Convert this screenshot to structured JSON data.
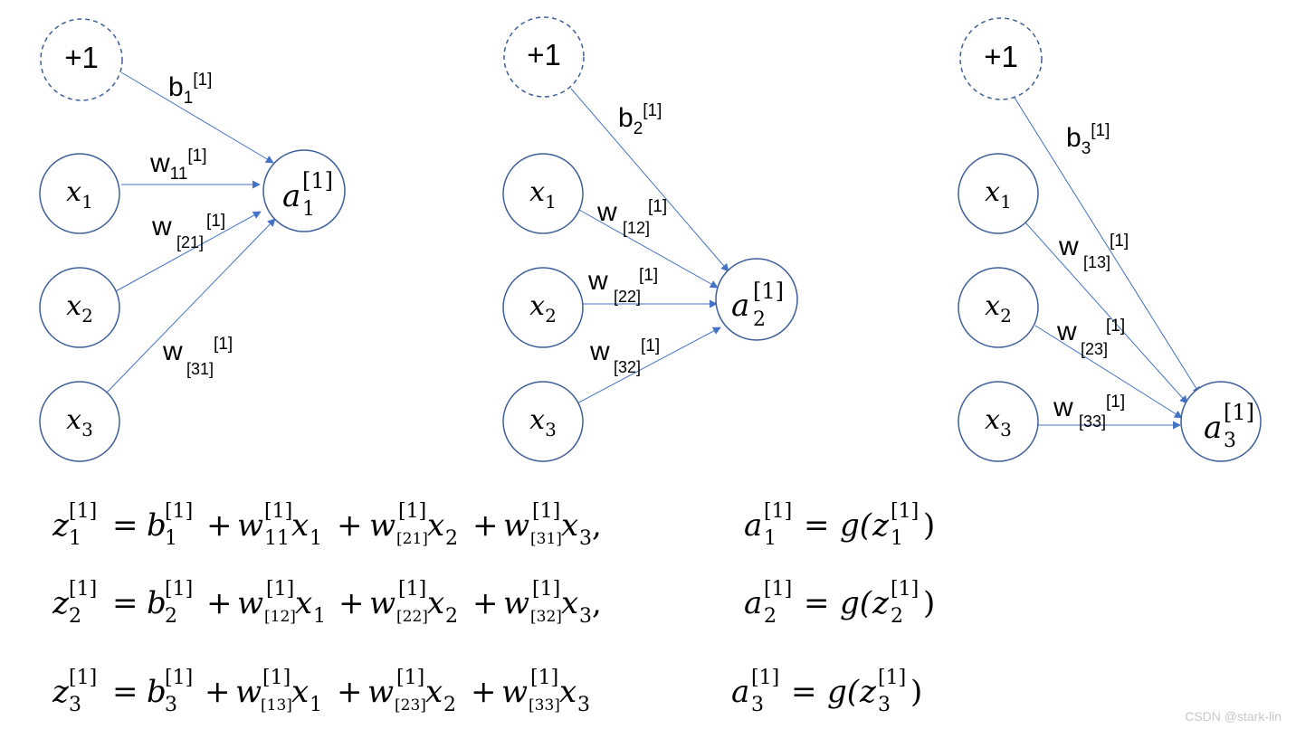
{
  "colors": {
    "node_stroke": "#3f5f9a",
    "edge": "#4472c4",
    "text": "#000000"
  },
  "panels": [
    {
      "bias_label": "+1",
      "inputs": [
        {
          "base": "x",
          "sub": "1"
        },
        {
          "base": "x",
          "sub": "2"
        },
        {
          "base": "x",
          "sub": "3"
        }
      ],
      "output": {
        "base": "a",
        "sup": "[1]",
        "sub": "1"
      },
      "edge_labels": [
        {
          "base": "b",
          "sub": "1",
          "sup": "[1]"
        },
        {
          "base": "w",
          "sub": "11",
          "sup": "[1]"
        },
        {
          "base": "w",
          "sub": "[21]",
          "sup": "[1]"
        },
        {
          "base": "w",
          "sub": "[31]",
          "sup": "[1]"
        }
      ]
    },
    {
      "bias_label": "+1",
      "inputs": [
        {
          "base": "x",
          "sub": "1"
        },
        {
          "base": "x",
          "sub": "2"
        },
        {
          "base": "x",
          "sub": "3"
        }
      ],
      "output": {
        "base": "a",
        "sup": "[1]",
        "sub": "2"
      },
      "edge_labels": [
        {
          "base": "b",
          "sub": "2",
          "sup": "[1]"
        },
        {
          "base": "w",
          "sub": "[12]",
          "sup": "[1]"
        },
        {
          "base": "w",
          "sub": "[22]",
          "sup": "[1]"
        },
        {
          "base": "w",
          "sub": "[32]",
          "sup": "[1]"
        }
      ]
    },
    {
      "bias_label": "+1",
      "inputs": [
        {
          "base": "x",
          "sub": "1"
        },
        {
          "base": "x",
          "sub": "2"
        },
        {
          "base": "x",
          "sub": "3"
        }
      ],
      "output": {
        "base": "a",
        "sup": "[1]",
        "sub": "3"
      },
      "edge_labels": [
        {
          "base": "b",
          "sub": "3",
          "sup": "[1]"
        },
        {
          "base": "w",
          "sub": "[13]",
          "sup": "[1]"
        },
        {
          "base": "w",
          "sub": "[23]",
          "sup": "[1]"
        },
        {
          "base": "w",
          "sub": "[33]",
          "sup": "[1]"
        }
      ]
    }
  ],
  "equations": [
    {
      "lhs": {
        "base": "z",
        "sup": "[1]",
        "sub": "1"
      },
      "eq": "=",
      "terms": [
        {
          "base": "b",
          "sup": "[1]",
          "sub": "1"
        },
        {
          "op": "+",
          "base": "w",
          "sup": "[1]",
          "sub": "11",
          "x": "x",
          "xsub": "1"
        },
        {
          "op": "+",
          "base": "w",
          "sup": "[1]",
          "sub": "[21]",
          "x": "x",
          "xsub": "2"
        },
        {
          "op": "+",
          "base": "w",
          "sup": "[1]",
          "sub": "[31]",
          "x": "x",
          "xsub": "3"
        }
      ],
      "trailing": ",",
      "act": {
        "base": "a",
        "sup": "[1]",
        "sub": "1",
        "eq": "=",
        "g": "g(",
        "z": "z",
        "zsup": "[1]",
        "zsub": "1",
        "close": ")"
      }
    },
    {
      "lhs": {
        "base": "z",
        "sup": "[1]",
        "sub": "2"
      },
      "eq": "=",
      "terms": [
        {
          "base": "b",
          "sup": "[1]",
          "sub": "2"
        },
        {
          "op": "+",
          "base": "w",
          "sup": "[1]",
          "sub": "[12]",
          "x": "x",
          "xsub": "1"
        },
        {
          "op": "+",
          "base": "w",
          "sup": "[1]",
          "sub": "[22]",
          "x": "x",
          "xsub": "2"
        },
        {
          "op": "+",
          "base": "w",
          "sup": "[1]",
          "sub": "[32]",
          "x": "x",
          "xsub": "3"
        }
      ],
      "trailing": ",",
      "act": {
        "base": "a",
        "sup": "[1]",
        "sub": "2",
        "eq": "=",
        "g": "g(",
        "z": "z",
        "zsup": "[1]",
        "zsub": "2",
        "close": ")"
      }
    },
    {
      "lhs": {
        "base": "z",
        "sup": "[1]",
        "sub": "3"
      },
      "eq": "=",
      "terms": [
        {
          "base": "b",
          "sup": "[1]",
          "sub": "3"
        },
        {
          "op": "+",
          "base": "w",
          "sup": "[1]",
          "sub": "[13]",
          "x": "x",
          "xsub": "1"
        },
        {
          "op": "+",
          "base": "w",
          "sup": "[1]",
          "sub": "[23]",
          "x": "x",
          "xsub": "2"
        },
        {
          "op": "+",
          "base": "w",
          "sup": "[1]",
          "sub": "[33]",
          "x": "x",
          "xsub": "3"
        }
      ],
      "trailing": "",
      "act": {
        "base": "a",
        "sup": "[1]",
        "sub": "3",
        "eq": "=",
        "g": "g(",
        "z": "z",
        "zsup": "[1]",
        "zsub": "3",
        "close": ")"
      }
    }
  ],
  "watermark": "CSDN @stark-lin"
}
